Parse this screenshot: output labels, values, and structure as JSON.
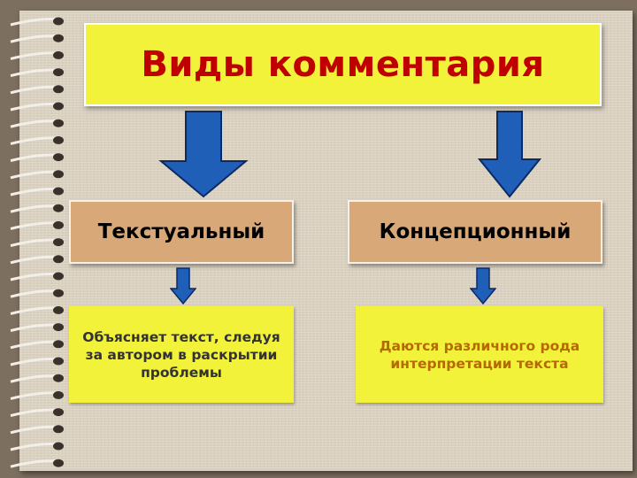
{
  "diagram": {
    "title": "Виды комментария",
    "branches": [
      {
        "type_label": "Текстуальный",
        "description": "Объясняет текст, следуя за автором в раскрытии проблемы"
      },
      {
        "type_label": "Концепционный",
        "description": "Даются различного рода интерпретации текста"
      }
    ]
  },
  "colors": {
    "title_box": "#f2f23a",
    "title_text": "#c00000",
    "type_box": "#d9a878",
    "description_box": "#f2f23a",
    "arrow_fill": "#1f5fb8",
    "arrow_outline": "#0a2a66"
  }
}
